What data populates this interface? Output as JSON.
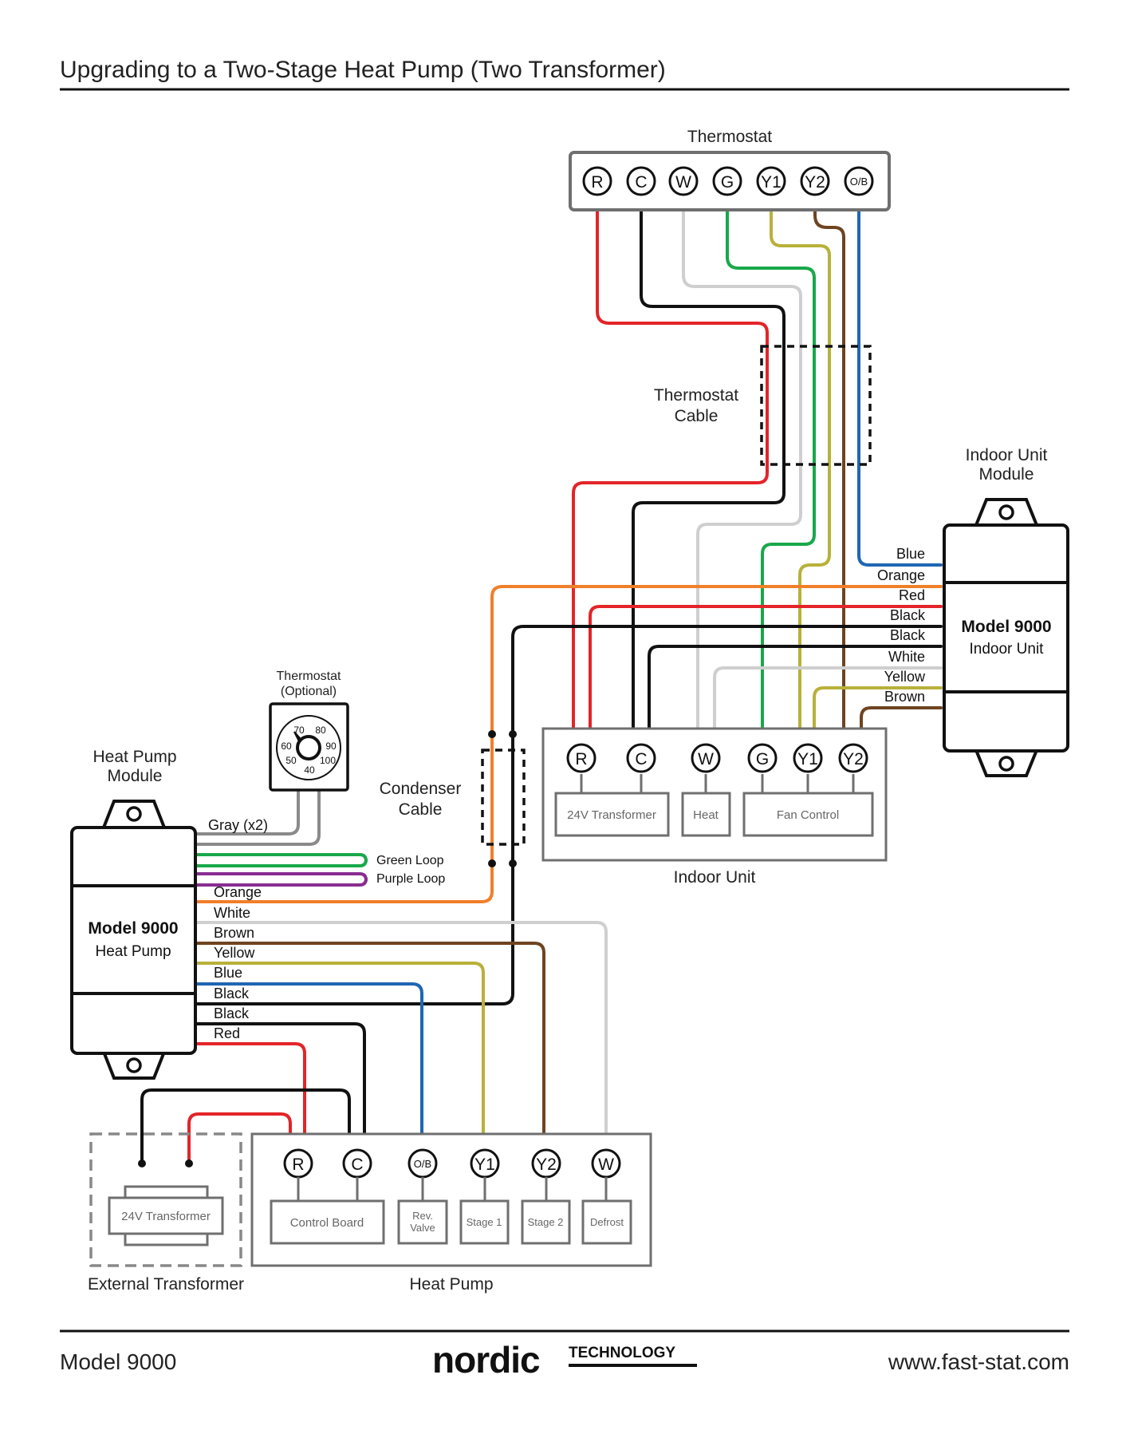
{
  "title": "Upgrading to a Two-Stage Heat Pump (Two Transformer)",
  "colors": {
    "red": "#e32428",
    "black": "#111111",
    "white_wire": "#cfcfcf",
    "green": "#18a84a",
    "yellow": "#b8b13a",
    "brown": "#6e4420",
    "blue": "#1f66b3",
    "orange": "#f07f2a",
    "purple": "#8a2d92",
    "gray_wire": "#8a8a8a",
    "box_gray": "#6f6f6f"
  },
  "thermostat": {
    "label": "Thermostat",
    "terminals": [
      "R",
      "C",
      "W",
      "G",
      "Y1",
      "Y2",
      "O/B"
    ]
  },
  "thermostat_cable": {
    "line1": "Thermostat",
    "line2": "Cable"
  },
  "indoor_module": {
    "label_line1": "Indoor Unit",
    "label_line2": "Module",
    "model": "Model 9000",
    "sub": "Indoor Unit",
    "wires": [
      "Blue",
      "Orange",
      "Red",
      "Black",
      "Black",
      "White",
      "Yellow",
      "Brown"
    ]
  },
  "indoor_unit": {
    "label": "Indoor Unit",
    "terminals": [
      "R",
      "C",
      "W",
      "G",
      "Y1",
      "Y2"
    ],
    "components": [
      "24V Transformer",
      "Heat",
      "Fan Control"
    ]
  },
  "optional_thermostat": {
    "line1": "Thermostat",
    "line2": "(Optional)",
    "dial": [
      "70",
      "80",
      "60",
      "90",
      "50",
      "100",
      "40"
    ]
  },
  "condenser_cable": {
    "line1": "Condenser",
    "line2": "Cable"
  },
  "heat_pump_module": {
    "label_line1": "Heat Pump",
    "label_line2": "Module",
    "model": "Model 9000",
    "sub": "Heat Pump",
    "gray_label": "Gray (x2)",
    "green_loop": "Green Loop",
    "purple_loop": "Purple Loop",
    "wires": [
      "Orange",
      "White",
      "Brown",
      "Yellow",
      "Blue",
      "Black",
      "Black",
      "Red"
    ]
  },
  "heat_pump": {
    "label": "Heat Pump",
    "terminals": [
      "R",
      "C",
      "O/B",
      "Y1",
      "Y2",
      "W"
    ],
    "components": [
      "Control Board",
      "Rev.",
      "Valve",
      "Stage 1",
      "Stage 2",
      "Defrost"
    ]
  },
  "external_transformer": {
    "label": "External Transformer",
    "component": "24V Transformer"
  },
  "footer": {
    "model": "Model 9000",
    "brand": "nordic",
    "brand_sub": "TECHNOLOGY",
    "url": "www.fast-stat.com"
  }
}
